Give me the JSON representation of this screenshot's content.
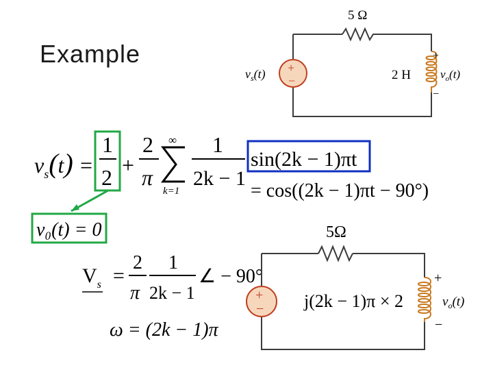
{
  "slide": {
    "title": "Example"
  },
  "circuit_top": {
    "resistor_label": "5 Ω",
    "inductor_label": "2 H",
    "source_label_main": "v",
    "source_label_sub": "s",
    "source_label_arg": "(t)",
    "output_label_main": "v",
    "output_label_sub": "o",
    "output_label_arg": "(t)",
    "plus": "+",
    "minus": "−"
  },
  "equation_main": {
    "lhs_v": "v",
    "lhs_sub": "s",
    "lhs_arg_open": "(",
    "lhs_arg_t": "t",
    "lhs_arg_close": ")",
    "equals": "=",
    "dc_num": "1",
    "dc_den": "2",
    "plus": "+",
    "coef_num": "2",
    "coef_den": "π",
    "sum_upper": "∞",
    "sum_lower": "k=1",
    "term_num": "1",
    "term_den": "2k − 1",
    "sin_expr": "sin(2k − 1)πt"
  },
  "equation_cos": {
    "text": "= cos((2k − 1)πt − 90°)"
  },
  "equation_dc": {
    "text": "v₀(t) = 0"
  },
  "phasor": {
    "lhs": "V",
    "lhs_sub": "s",
    "equals": "=",
    "num1": "2",
    "den1": "π",
    "num2": "1",
    "den2": "2k − 1",
    "angle": "∠ − 90°"
  },
  "omega_eq": {
    "text": "ω = (2k − 1)π"
  },
  "circuit_bottom": {
    "resistor_label": "5Ω",
    "impedance_label": "j(2k − 1)π × 2",
    "output_label_main": "v",
    "output_label_sub": "o",
    "output_label_arg": "(t)",
    "plus": "+",
    "minus": "−"
  },
  "colors": {
    "green_box": "#22a845",
    "blue_box": "#1030c0",
    "source_fill": "#f7d7bc",
    "source_stroke": "#c04020",
    "wire": "#3b3b3b"
  }
}
